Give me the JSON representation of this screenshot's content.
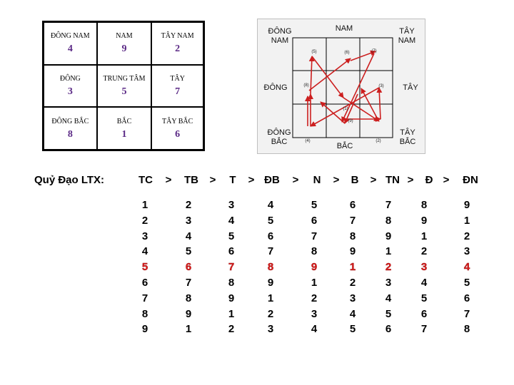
{
  "lo_shu_grid": {
    "cells": [
      {
        "dir": "ĐÔNG NAM",
        "num": "4"
      },
      {
        "dir": "NAM",
        "num": "9"
      },
      {
        "dir": "TÂY NAM",
        "num": "2"
      },
      {
        "dir": "ĐÔNG",
        "num": "3"
      },
      {
        "dir": "TRUNG TÂM",
        "num": "5"
      },
      {
        "dir": "TÂY",
        "num": "7"
      },
      {
        "dir": "ĐÔNG BẮC",
        "num": "8"
      },
      {
        "dir": "BẮC",
        "num": "1"
      },
      {
        "dir": "TÂY BẮC",
        "num": "6"
      }
    ]
  },
  "flying_diagram": {
    "labels": {
      "dong_nam": "ĐÔNG NAM",
      "nam": "NAM",
      "tay_nam": "TÂY NAM",
      "dong": "ĐÔNG",
      "tay": "TÂY",
      "dong_bac": "ĐÔNG BẮC",
      "bac": "BẮC",
      "tay_bac": "TÂY BẮC"
    },
    "point_labels": [
      "(1)",
      "(2)",
      "(3)",
      "(4)",
      "(5)",
      "(6)",
      "(7)",
      "(8)",
      "(9)"
    ],
    "arrow_color": "#cc1f1f"
  },
  "trajectory": {
    "label": "Quỷ Đạo LTX:",
    "sequence": [
      "TC",
      ">",
      "TB",
      ">",
      "T",
      ">",
      "ĐB",
      ">",
      "N",
      ">",
      "B",
      ">",
      "TN",
      ">",
      "Đ",
      ">",
      "ĐN"
    ],
    "columns": [
      [
        "1",
        "2",
        "3",
        "4",
        "5",
        "6",
        "7",
        "8",
        "9"
      ],
      [
        "2",
        "3",
        "4",
        "5",
        "6",
        "7",
        "8",
        "9",
        "1"
      ],
      [
        "3",
        "4",
        "5",
        "6",
        "7",
        "8",
        "9",
        "1",
        "2"
      ],
      [
        "4",
        "5",
        "6",
        "7",
        "8",
        "9",
        "1",
        "2",
        "3"
      ],
      [
        "5",
        "6",
        "7",
        "8",
        "9",
        "1",
        "2",
        "3",
        "4"
      ],
      [
        "6",
        "7",
        "8",
        "9",
        "1",
        "2",
        "3",
        "4",
        "5"
      ],
      [
        "7",
        "8",
        "9",
        "1",
        "2",
        "3",
        "4",
        "5",
        "6"
      ],
      [
        "8",
        "9",
        "1",
        "2",
        "3",
        "4",
        "5",
        "6",
        "7"
      ],
      [
        "9",
        "1",
        "2",
        "3",
        "4",
        "5",
        "6",
        "7",
        "8"
      ]
    ],
    "highlight_row": 4,
    "highlight_color": "#e02020"
  }
}
